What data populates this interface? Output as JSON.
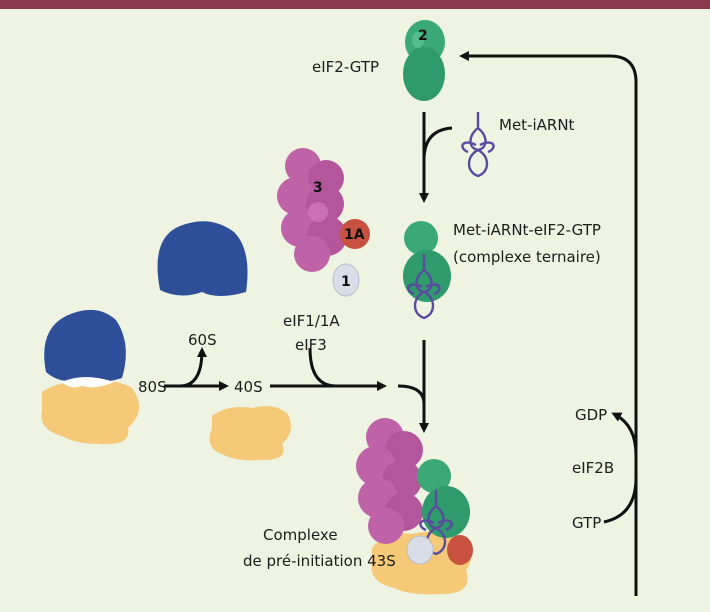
{
  "labels": {
    "eif2_gtp": "eIF2-GTP",
    "met_iarnt": "Met-iARNt",
    "ternary_line1": "Met-iARNt-eIF2-GTP",
    "ternary_line2": "(complexe ternaire)",
    "s80": "80S",
    "s60": "60S",
    "s40": "40S",
    "eif1_1a": "eIF1/1A",
    "eif3": "eIF3",
    "gdp": "GDP",
    "eif2b": "eIF2B",
    "gtp": "GTP",
    "complex_line1": "Complexe",
    "complex_line2": "de pré-initiation 43S"
  },
  "factor_numbers": {
    "eif2": "2",
    "eif3": "3",
    "eif1a": "1A",
    "eif1": "1"
  },
  "colors": {
    "top_bar": "#8c3a4f",
    "background": "#eef3e2",
    "subunit_60s": "#2f4f9a",
    "subunit_40s": "#f6c978",
    "eif2": "#3aa877",
    "eif3": "#c062a8",
    "eif1a": "#c8523f",
    "eif1": "#d9dde6",
    "trna": "#5b4aa0"
  }
}
